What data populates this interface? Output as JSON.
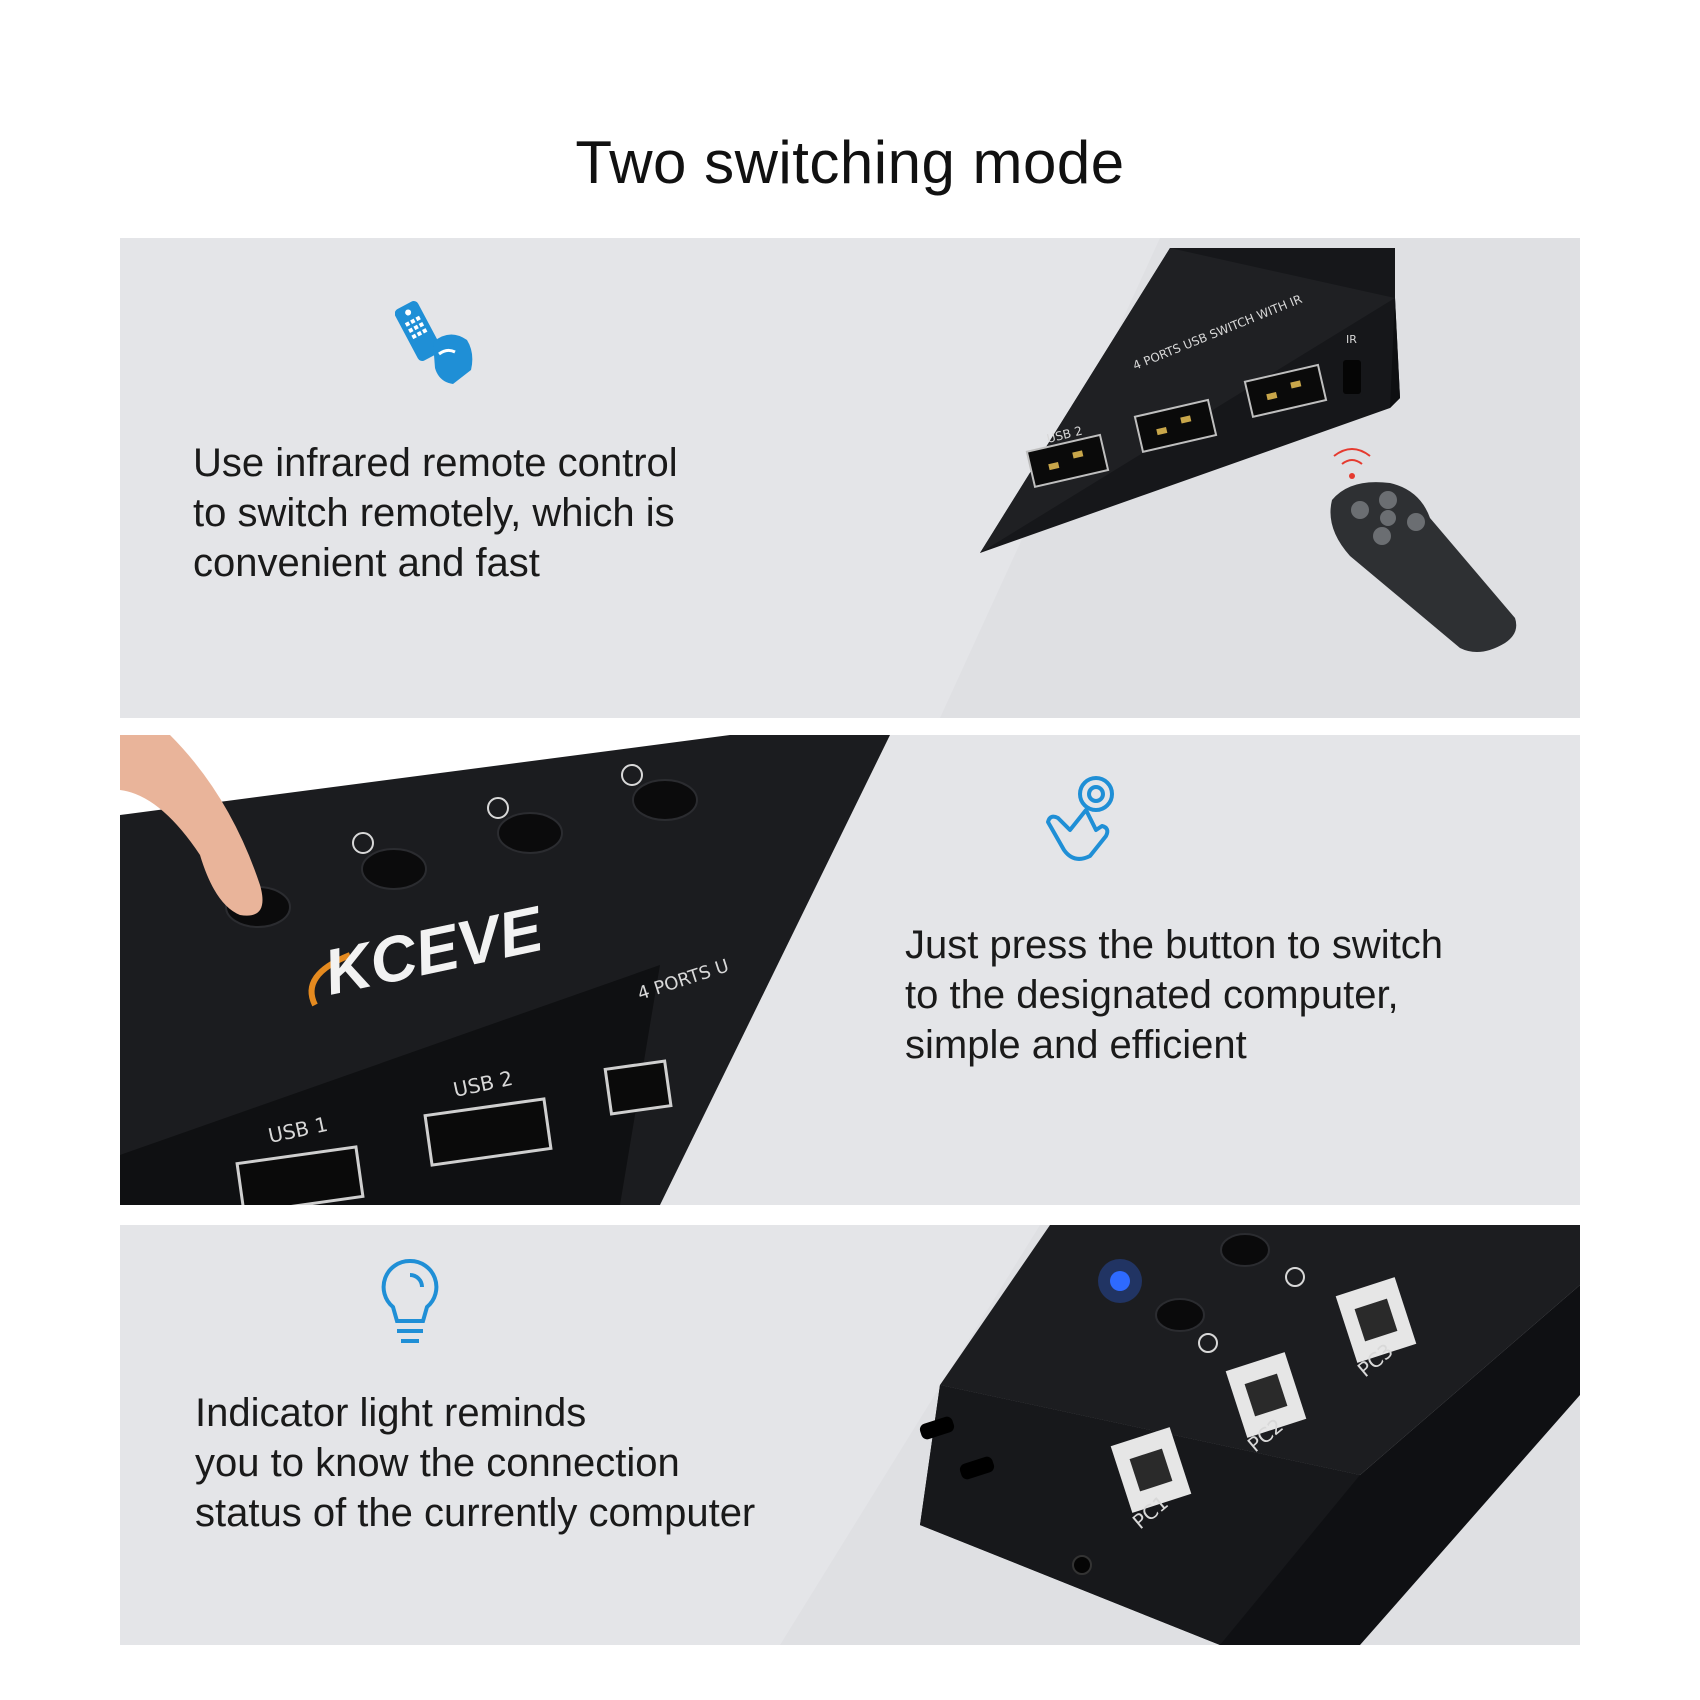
{
  "title": "Two switching mode",
  "sections": [
    {
      "icon": "ir-remote-hand-icon",
      "lines": [
        "Use infrared remote control",
        "to switch remotely, which is",
        "convenient and fast"
      ],
      "device_labels": {
        "top": "4 PORTS USB SWITCH WITH IR",
        "usb2": "USB 2",
        "ir": "IR"
      }
    },
    {
      "icon": "tap-finger-icon",
      "lines": [
        "Just press the button to switch",
        "to the designated computer,",
        "simple and efficient"
      ],
      "device_labels": {
        "brand": "KCEVE",
        "ports": "4 PORTS U",
        "usb1": "USB 1",
        "usb2": "USB 2"
      }
    },
    {
      "icon": "light-bulb-icon",
      "lines": [
        "Indicator light reminds",
        "you to know the connection",
        "status of the currently computer"
      ],
      "device_labels": {
        "pc1": "PC1",
        "pc2": "PC2",
        "pc3": "PC3"
      }
    }
  ],
  "colors": {
    "panel": "#e4e5e8",
    "icon_blue": "#1f8fd6",
    "device": "#1e1f22",
    "led": "#2f6bff",
    "ir_red": "#e53a2f"
  }
}
